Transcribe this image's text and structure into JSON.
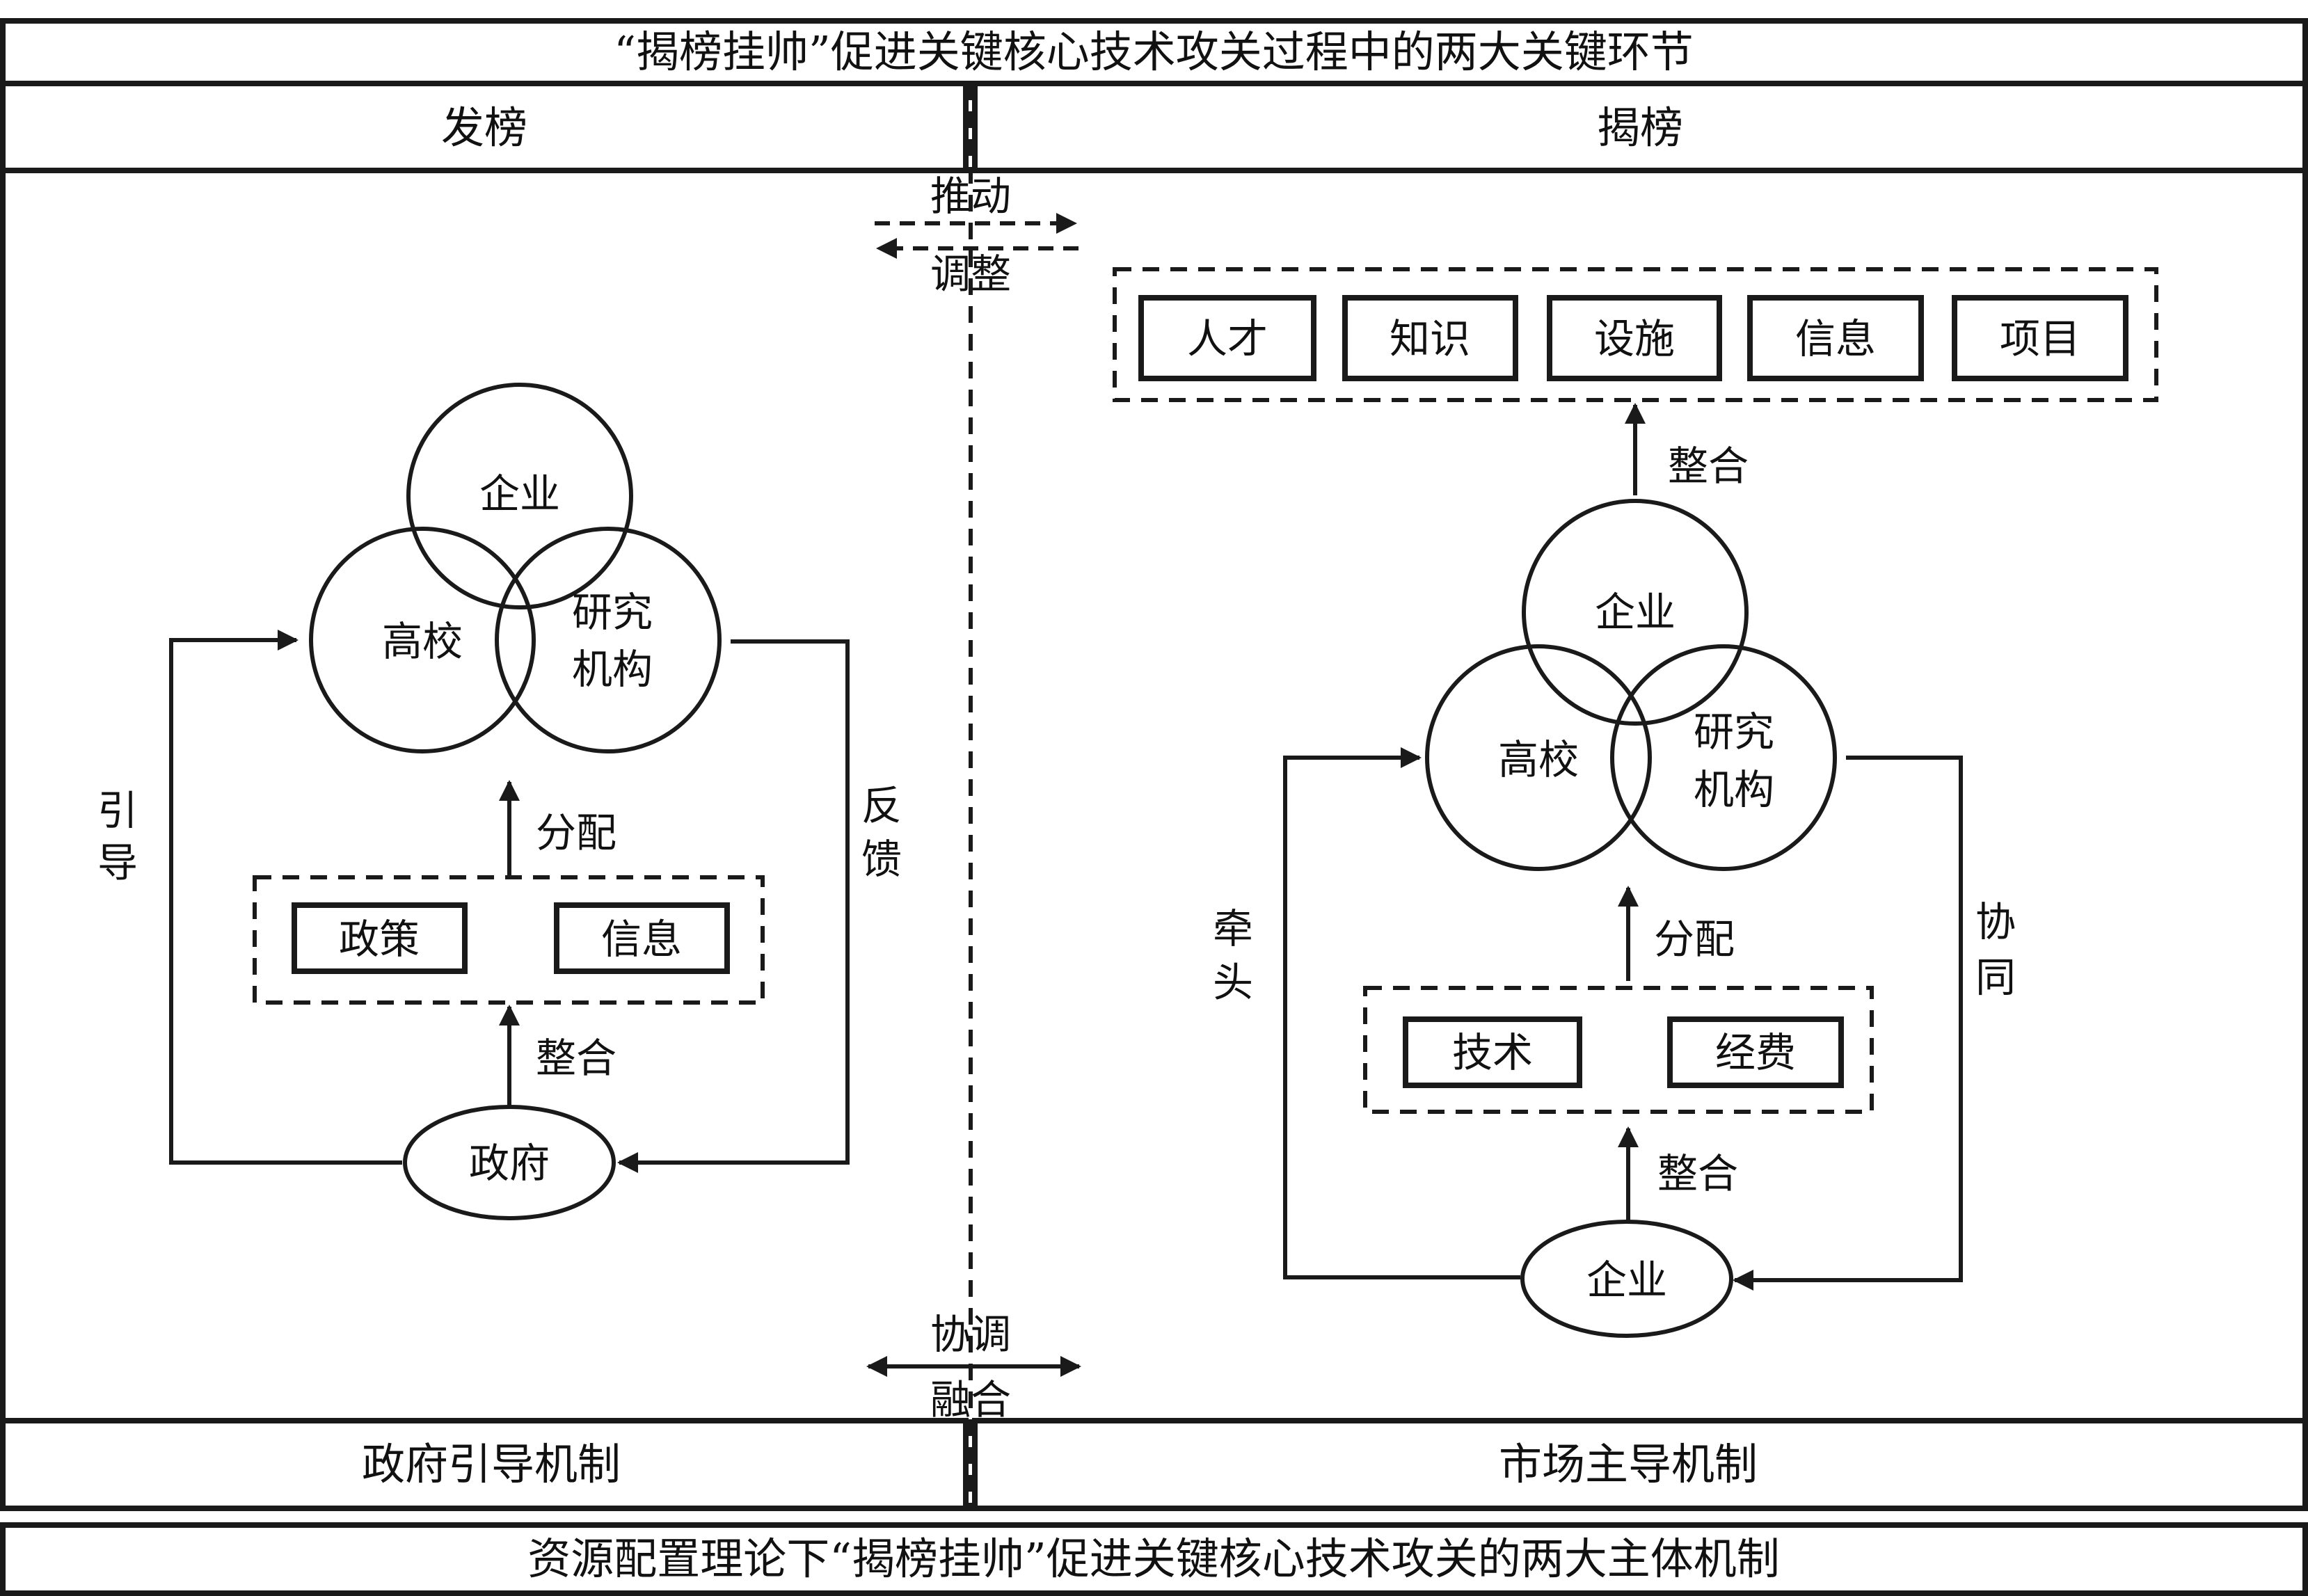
{
  "header": {
    "title": "“揭榜挂帅”促进关键核心技术攻关过程中的两大关键环节",
    "left_stage": "发榜",
    "right_stage": "揭榜"
  },
  "center": {
    "top_right_arrow_label": "推动",
    "top_left_arrow_label": "调整",
    "bottom_arrow_label_top": "协调",
    "bottom_arrow_label_bottom": "融合"
  },
  "left_panel": {
    "venn": {
      "top": "企业",
      "left": "高校",
      "right_line1": "研究",
      "right_line2": "机构"
    },
    "left_loop_label": [
      "引",
      "导"
    ],
    "right_loop_label": [
      "反",
      "馈"
    ],
    "distribute_label": "分配",
    "integrate_label": "整合",
    "resources": [
      "政策",
      "信息"
    ],
    "actor": "政府"
  },
  "right_panel": {
    "resources_top": [
      "人才",
      "知识",
      "设施",
      "信息",
      "项目"
    ],
    "integrate_top_label": "整合",
    "venn": {
      "top": "企业",
      "left": "高校",
      "right_line1": "研究",
      "right_line2": "机构"
    },
    "left_loop_label": [
      "牵",
      "头"
    ],
    "right_loop_label": [
      "协",
      "同"
    ],
    "distribute_label": "分配",
    "integrate_label": "整合",
    "resources": [
      "技术",
      "经费"
    ],
    "actor": "企业"
  },
  "footer": {
    "left_mechanism": "政府引导机制",
    "right_mechanism": "市场主导机制",
    "caption": "资源配置理论下“揭榜挂帅”促进关键核心技术攻关的两大主体机制"
  }
}
